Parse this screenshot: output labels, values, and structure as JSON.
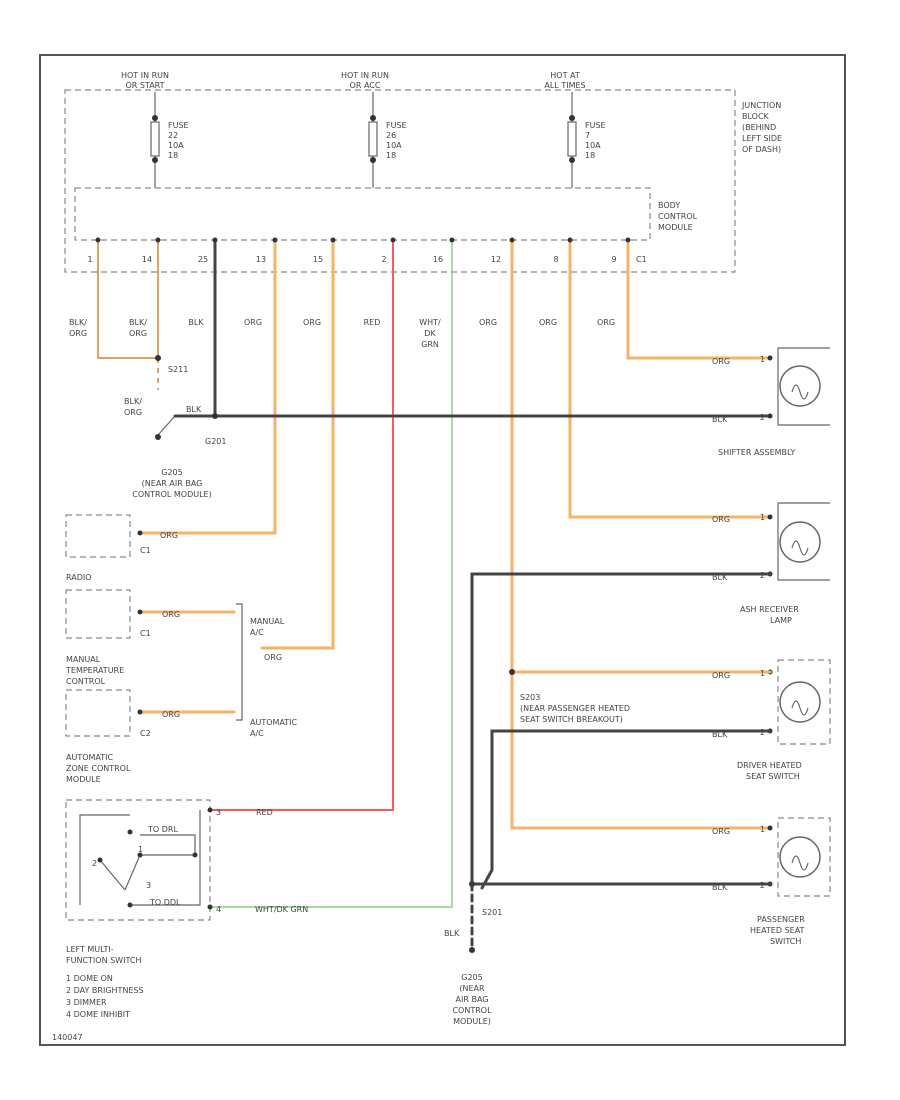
{
  "top": {
    "hot1": [
      "HOT IN RUN",
      "OR START"
    ],
    "hot2": [
      "HOT IN RUN",
      "OR ACC"
    ],
    "hot3": [
      "HOT AT",
      "ALL TIMES"
    ],
    "fuse1": [
      "FUSE",
      "22",
      "10A",
      "18"
    ],
    "fuse2": [
      "FUSE",
      "26",
      "10A",
      "18"
    ],
    "fuse3": [
      "FUSE",
      "7",
      "10A",
      "18"
    ],
    "jb": [
      "JUNCTION",
      "BLOCK",
      "(BEHIND",
      "LEFT SIDE",
      "OF DASH)"
    ],
    "bcm": [
      "BODY",
      "CONTROL",
      "MODULE"
    ],
    "pins": [
      "1",
      "14",
      "25",
      "13",
      "15",
      "2",
      "16",
      "12",
      "8",
      "9",
      "C1"
    ]
  },
  "wires": {
    "labels": [
      [
        "BLK/",
        "ORG"
      ],
      [
        "BLK/",
        "ORG"
      ],
      [
        "BLK"
      ],
      [
        "ORG"
      ],
      [
        "ORG"
      ],
      [
        "RED"
      ],
      [
        "WHT/",
        "DK",
        "GRN"
      ],
      [
        "ORG"
      ],
      [
        "ORG"
      ],
      [
        "ORG"
      ]
    ]
  },
  "left": {
    "s211": "S211",
    "blkorg": [
      "BLK/",
      "ORG"
    ],
    "blk": "BLK",
    "g201": "G201",
    "g205": [
      "G205",
      "(NEAR AIR BAG",
      "CONTROL MODULE)"
    ],
    "org": "ORG",
    "c1": "C1",
    "c2": "C2",
    "radio": "RADIO",
    "mtc": [
      "MANUAL",
      "TEMPERATURE",
      "CONTROL"
    ],
    "manual_ac": [
      "MANUAL",
      "A/C"
    ],
    "automatic_ac": [
      "AUTOMATIC",
      "A/C"
    ],
    "azcm": [
      "AUTOMATIC",
      "ZONE CONTROL",
      "MODULE"
    ],
    "red": "RED",
    "whtdkgrn": "WHT/DK GRN",
    "p3": "3",
    "p4": "4",
    "sw_t1": "TO DRL",
    "sw_t2": "TO DDL",
    "sw_n": [
      "1",
      "2",
      "3"
    ],
    "lmfs": [
      "LEFT MULTI-",
      "FUNCTION SWITCH",
      "1  DOME ON",
      "2  DAY BRIGHTNESS",
      "3  DIMMER",
      "4  DOME INHIBIT"
    ],
    "code": "140047"
  },
  "right": {
    "shifter": "SHIFTER ASSEMBLY",
    "ash": [
      "ASH RECEIVER",
      "LAMP"
    ],
    "driver": [
      "DRIVER HEATED",
      "SEAT SWITCH"
    ],
    "passenger": [
      "PASSENGER",
      "HEATED SEAT",
      "SWITCH"
    ],
    "org": "ORG",
    "blk": "BLK",
    "pin1": "1",
    "pin2": "2",
    "s203": [
      "S203",
      "(NEAR PASSENGER HEATED",
      "SEAT SWITCH BREAKOUT)"
    ],
    "s201": "S201",
    "blk_bottom": "BLK",
    "g205": [
      "G205",
      "(NEAR",
      "AIR BAG",
      "CONTROL",
      "MODULE)"
    ]
  },
  "colors": {
    "org": "#f7b26a",
    "blk": "#444444",
    "red": "#ff5a5a",
    "grn": "#6cc56c"
  }
}
